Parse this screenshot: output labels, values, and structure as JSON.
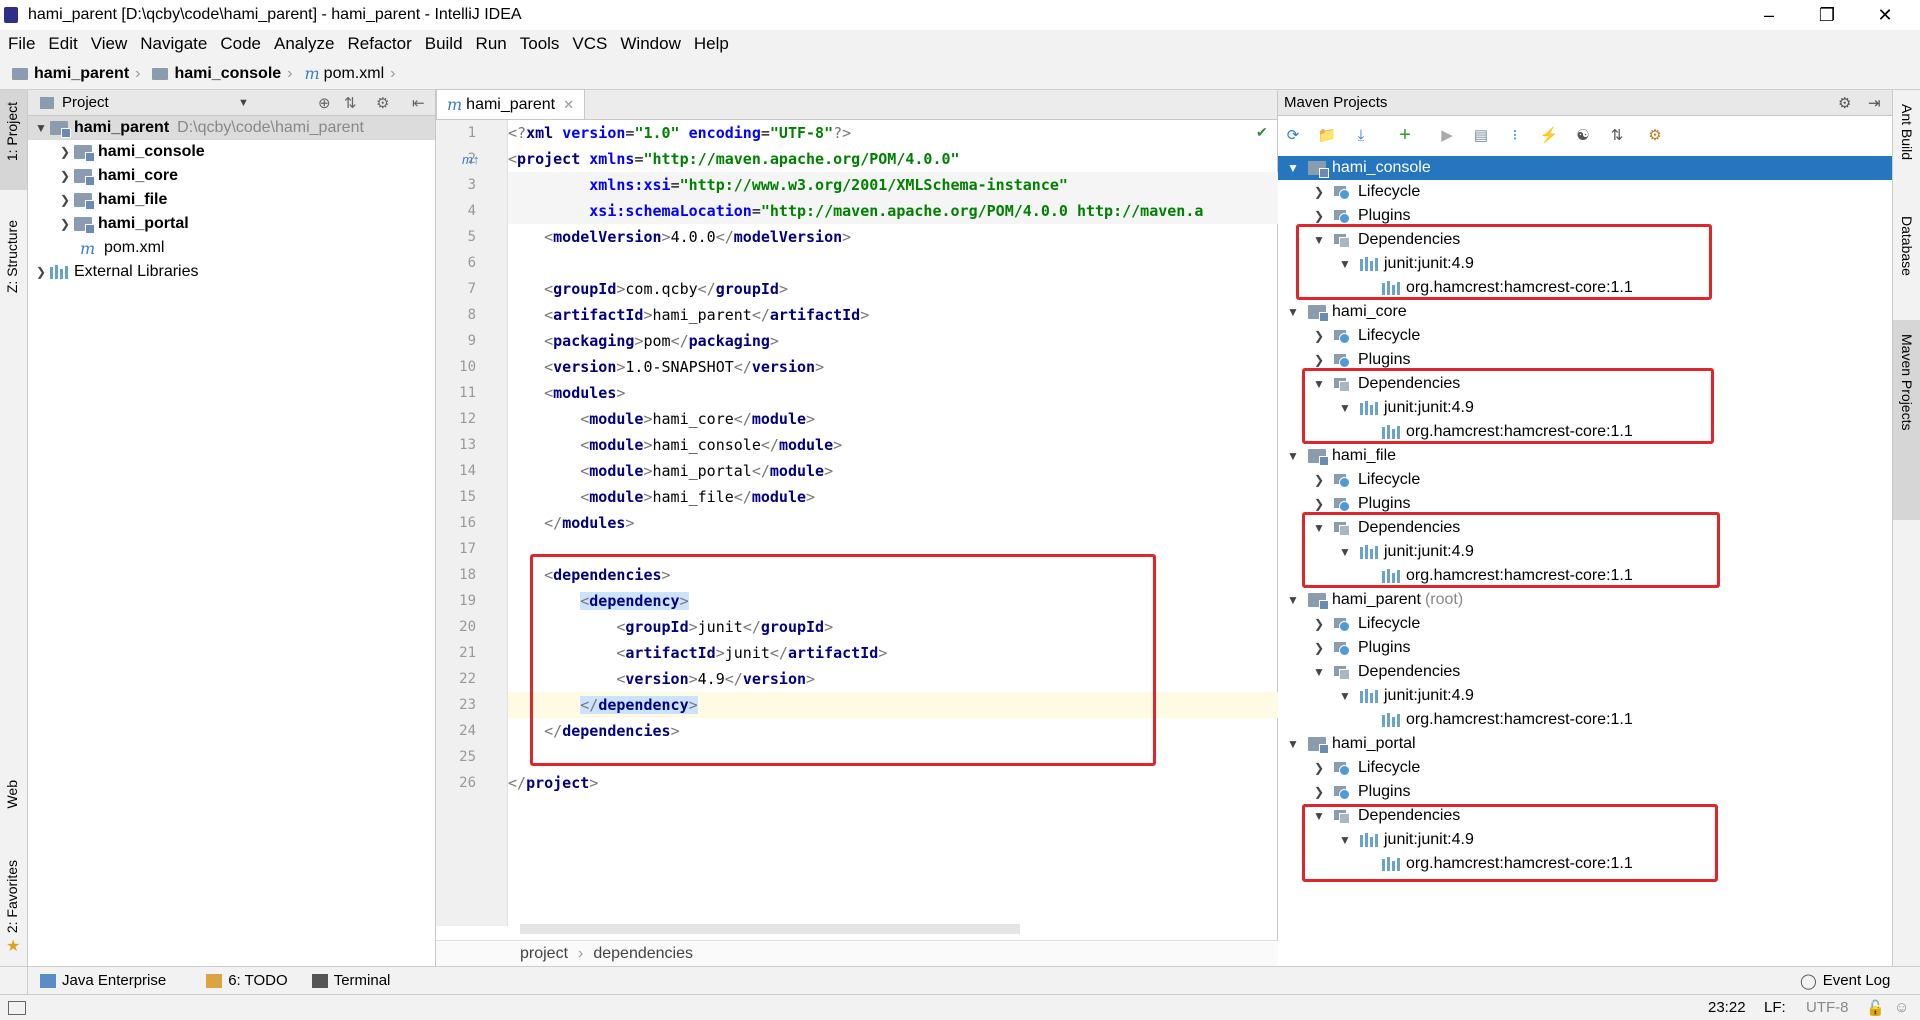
{
  "window": {
    "title": "hami_parent [D:\\qcby\\code\\hami_parent] - hami_parent - IntelliJ IDEA"
  },
  "menu": [
    "File",
    "Edit",
    "View",
    "Navigate",
    "Code",
    "Analyze",
    "Refactor",
    "Build",
    "Run",
    "Tools",
    "VCS",
    "Window",
    "Help"
  ],
  "breadcrumb": {
    "root": "hami_parent",
    "module": "hami_console",
    "file": "pom.xml"
  },
  "left_tools": {
    "project": "1: Project",
    "structure": "Z: Structure",
    "web": "Web",
    "favorites": "2: Favorites"
  },
  "right_tools": {
    "ant": "Ant Build",
    "database": "Database",
    "maven": "Maven Projects"
  },
  "project_panel": {
    "title": "Project",
    "root_name": "hami_parent",
    "root_path": "D:\\qcby\\code\\hami_parent",
    "children": [
      "hami_console",
      "hami_core",
      "hami_file",
      "hami_portal"
    ],
    "file": "pom.xml",
    "external": "External Libraries"
  },
  "editor": {
    "tab": "hami_parent",
    "breadcrumb": [
      "project",
      "dependencies"
    ],
    "lines": [
      "1",
      "2",
      "3",
      "4",
      "5",
      "6",
      "7",
      "8",
      "9",
      "10",
      "11",
      "12",
      "13",
      "14",
      "15",
      "16",
      "17",
      "18",
      "19",
      "20",
      "21",
      "22",
      "23",
      "24",
      "25",
      "26"
    ]
  },
  "code": {
    "l1a": "<?",
    "l1b": "xml ",
    "l1c": "version",
    "l1d": "=",
    "l1e": "\"1.0\"",
    "l1f": " encoding",
    "l1g": "=",
    "l1h": "\"UTF-8\"",
    "l1i": "?>",
    "l2a": "<",
    "l2b": "project ",
    "l2c": "xmlns",
    "l2d": "=",
    "l2e": "\"http://maven.apache.org/POM/4.0.0\"",
    "l3a": "xmlns:xsi",
    "l3b": "=",
    "l3c": "\"http://www.w3.org/2001/XMLSchema-instance\"",
    "l4a": "xsi:schemaLocation",
    "l4b": "=",
    "l4c": "\"http://maven.apache.org/POM/4.0.0 http://maven.a",
    "model_tag": "modelVersion",
    "model_val": "4.0.0",
    "group_tag": "groupId",
    "group_val": "com.qcby",
    "artifact_tag": "artifactId",
    "artifact_val": "hami_parent",
    "packaging_tag": "packaging",
    "packaging_val": "pom",
    "version_tag": "version",
    "version_val": "1.0-SNAPSHOT",
    "modules_tag": "modules",
    "module_tag": "module",
    "module_vals": [
      "hami_core",
      "hami_console",
      "hami_portal",
      "hami_file"
    ],
    "deps_tag": "dependencies",
    "dep_tag": "dependency",
    "dep_group": "junit",
    "dep_artifact": "junit",
    "dep_version": "4.9",
    "project_close": "project"
  },
  "maven": {
    "title": "Maven Projects",
    "modules": [
      {
        "name": "hami_console",
        "suffix": ""
      },
      {
        "name": "hami_core",
        "suffix": ""
      },
      {
        "name": "hami_file",
        "suffix": ""
      },
      {
        "name": "hami_parent",
        "suffix": "(root)"
      },
      {
        "name": "hami_portal",
        "suffix": ""
      }
    ],
    "lifecycle": "Lifecycle",
    "plugins": "Plugins",
    "dependencies": "Dependencies",
    "junit": "junit:junit:4.9",
    "hamcrest": "org.hamcrest:hamcrest-core:1.1"
  },
  "bottom_tabs": {
    "java_enterprise": "Java Enterprise",
    "todo": "6: TODO",
    "terminal": "Terminal",
    "event_log": "Event Log"
  },
  "status": {
    "position": "23:22",
    "line_sep": "LF:",
    "encoding": "UTF-8"
  }
}
